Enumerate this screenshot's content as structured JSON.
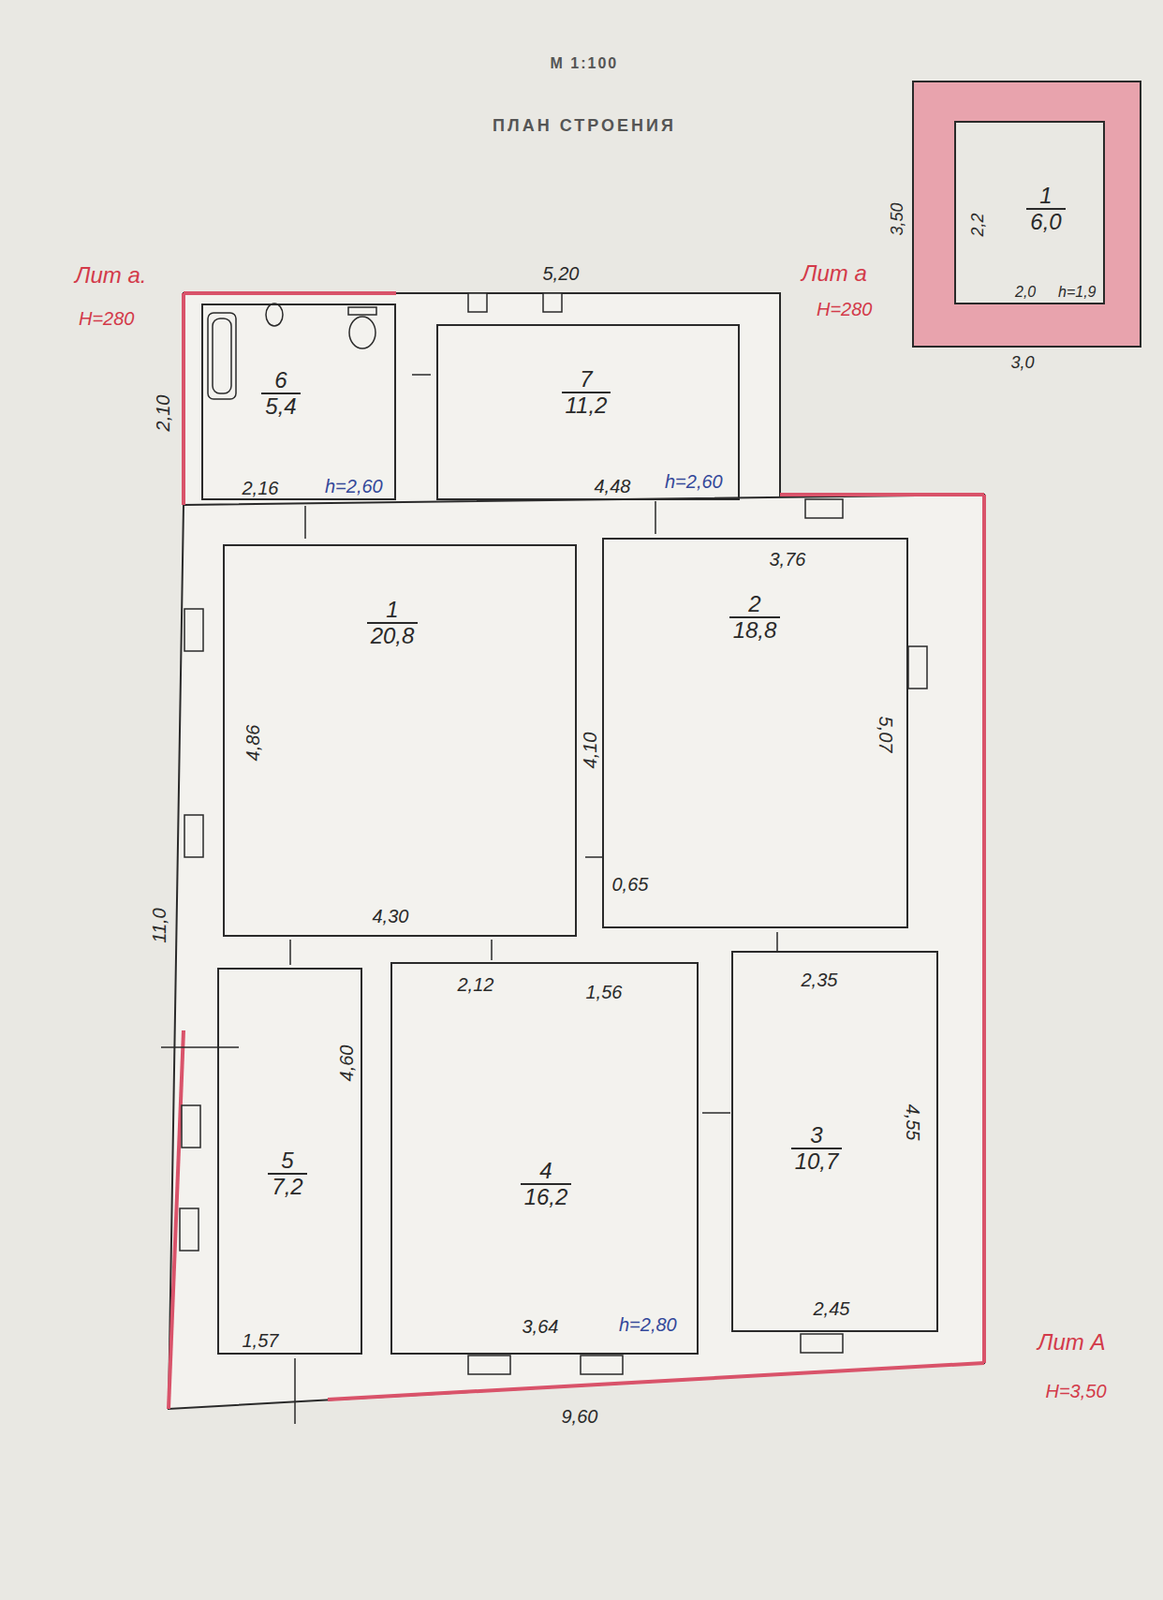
{
  "diagram": {
    "title": "ПЛАН СТРОЕНИЯ",
    "nodes": [
      {
        "text": [
          "1",
          "6,0"
        ]
      },
      {
        "text": [
          "6",
          "5,4"
        ]
      },
      {
        "text": [
          "7",
          "11,2"
        ]
      },
      {
        "text": [
          "1",
          "20,8"
        ]
      },
      {
        "text": [
          "2",
          "18,8"
        ]
      },
      {
        "text": [
          "5",
          "7,2"
        ]
      },
      {
        "text": [
          "4",
          "16,2"
        ]
      },
      {
        "text": [
          "3",
          "10,7"
        ]
      }
    ],
    "labels": [
      "М 1:100",
      "Лит а.",
      "Н=280",
      "Лит а",
      "Н=280",
      "3,50",
      "2,2",
      "2,0",
      "h=1,9",
      "3,0",
      "5,20",
      "2,10",
      "2,16",
      "h=2,60",
      "4,48",
      "h=2,60",
      "3,76",
      "4,86",
      "4,10",
      "5,07",
      "0,65",
      "11,0",
      "4,30",
      "2,12",
      "1,56",
      "2,35",
      "4,60",
      "4,55",
      "1,57",
      "3,64",
      "h=2,80",
      "2,45",
      "9,60",
      "Лит А",
      "Н=3,50"
    ]
  }
}
